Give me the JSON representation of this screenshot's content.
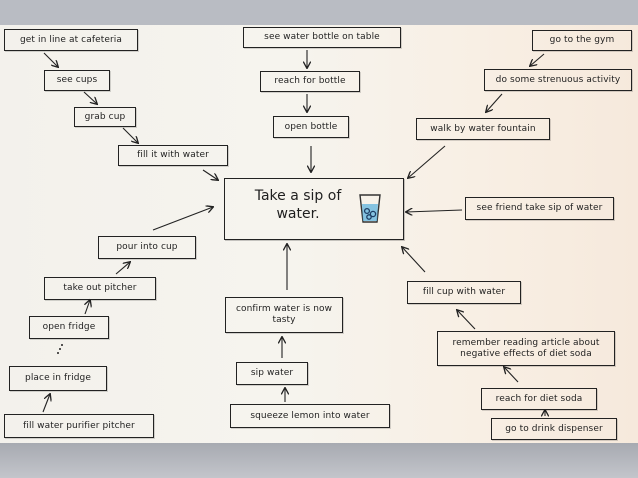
{
  "center": {
    "text": "Take a sip of water."
  },
  "nodes": {
    "get_in_line": "get in line at cafeteria",
    "see_cups": "see cups",
    "grab_cup": "grab cup",
    "fill_it_with_water": "fill it with water",
    "see_water_bottle": "see water bottle on table",
    "reach_for_bottle": "reach for bottle",
    "open_bottle": "open bottle",
    "go_to_gym": "go to the gym",
    "strenuous_activity": "do some strenuous activity",
    "walk_by_fountain": "walk by water fountain",
    "see_friend": "see friend take sip of water",
    "pour_into_cup": "pour into cup",
    "take_out_pitcher": "take out pitcher",
    "open_fridge": "open fridge",
    "place_in_fridge": "place in fridge",
    "fill_purifier": "fill water purifier pitcher",
    "confirm_tasty": "confirm water is now tasty",
    "sip_water": "sip water",
    "squeeze_lemon": "squeeze lemon into water",
    "fill_cup": "fill cup with water",
    "remember_article": "remember reading article about negative effects of diet soda",
    "reach_diet_soda": "reach for diet soda",
    "go_drink_dispenser": "go to drink dispenser"
  },
  "icons": {
    "glass": "glass-of-water-icon"
  }
}
